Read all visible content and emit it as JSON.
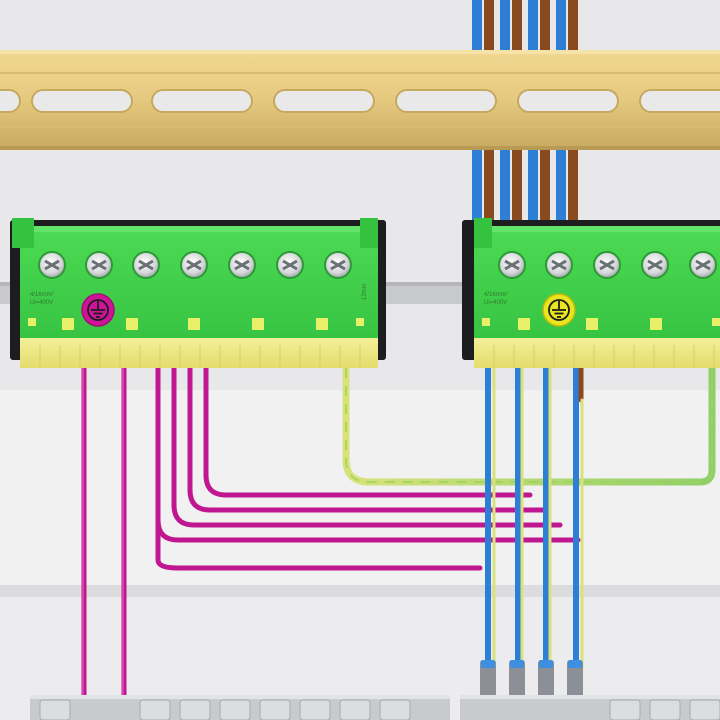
{
  "scene": {
    "subject": "DIN rail with two green terminal blocks and wiring",
    "colors": {
      "background": "#e9e9ea",
      "panel_band": "#f2f2f3",
      "rail_gold": "#e7cc86",
      "rail_shadow": "#c9ad66",
      "terminal_green": "#3fcf4a",
      "terminal_green_dark": "#2ea839",
      "terminal_yellow": "#efe98a",
      "wire_magenta": "#c0168f",
      "wire_blue": "#2d7fd6",
      "wire_brown": "#8a4a1f",
      "wire_green_yellow": "#b8d966"
    }
  },
  "left_block": {
    "color_name": "green",
    "screw_count": 7,
    "spec_line1": "4/16mm²",
    "spec_line2": "Ui=400V",
    "side_label": "12mm",
    "badge_symbol": "ground-symbol",
    "badge_color": "#d0149a"
  },
  "right_block": {
    "color_name": "green",
    "screw_count": 5,
    "spec_line1": "4/16mm²",
    "spec_line2": "Ui=400V",
    "badge_symbol": "ground-symbol",
    "badge_color": "#e8e61e"
  }
}
